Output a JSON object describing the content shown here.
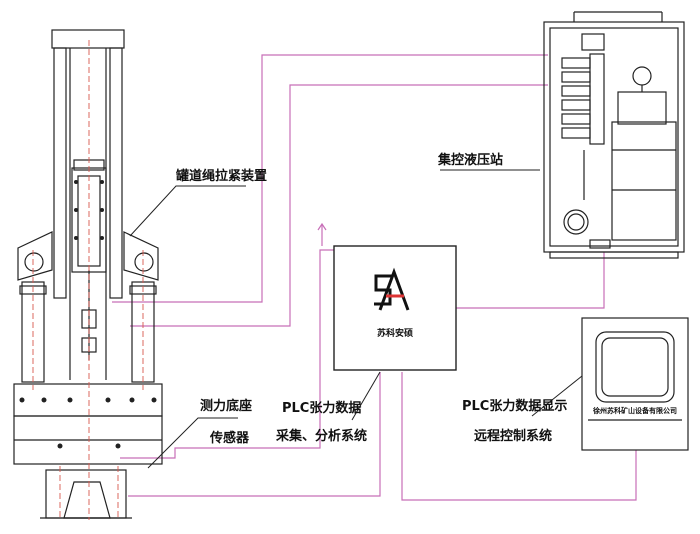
{
  "labels": {
    "tank_rope_tensioner": "罐道绳拉紧装置",
    "hydraulic_station": "集控液压站",
    "force_sensor_line1": "测力底座",
    "force_sensor_line2": "传感器",
    "plc_acq_line1": "PLC张力数据",
    "plc_acq_line2": "采集、分析系统",
    "plc_display_line1": "PLC张力数据显示",
    "plc_display_line2": "远程控制系统",
    "logo_caption": "苏科安硕",
    "monitor_caption": "徐州苏科矿山设备有限公司"
  },
  "colors": {
    "line": "#222222",
    "signal": "#c86fb8",
    "axis": "#d8584e"
  }
}
